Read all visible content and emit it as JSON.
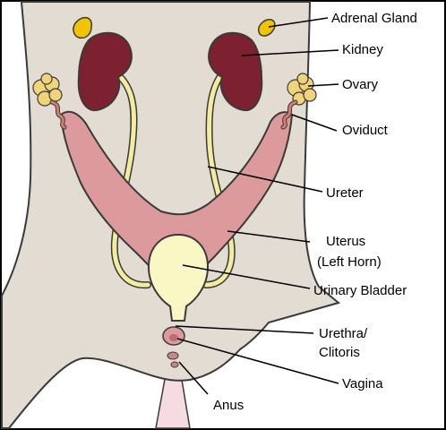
{
  "diagram": {
    "labels": {
      "adrenal_gland": "Adrenal Gland",
      "kidney": "Kidney",
      "ovary": "Ovary",
      "oviduct": "Oviduct",
      "ureter": "Ureter",
      "uterus": "Uterus",
      "uterus_note": "(Left Horn)",
      "urinary_bladder": "Urinary Bladder",
      "urethra": "Urethra/",
      "clitoris": "Clitoris",
      "vagina": "Vagina",
      "anus": "Anus"
    },
    "colors": {
      "body": "#e3dcd2",
      "outline": "#3a3a3a",
      "kidney": "#7d2030",
      "adrenal": "#f2c400",
      "ovary": "#f0d47a",
      "oviduct": "#d37c72",
      "uterus": "#dc9a9c",
      "ureter": "#f2ec9e",
      "bladder": "#fbf7c4",
      "tail": "#f4dce0"
    }
  }
}
